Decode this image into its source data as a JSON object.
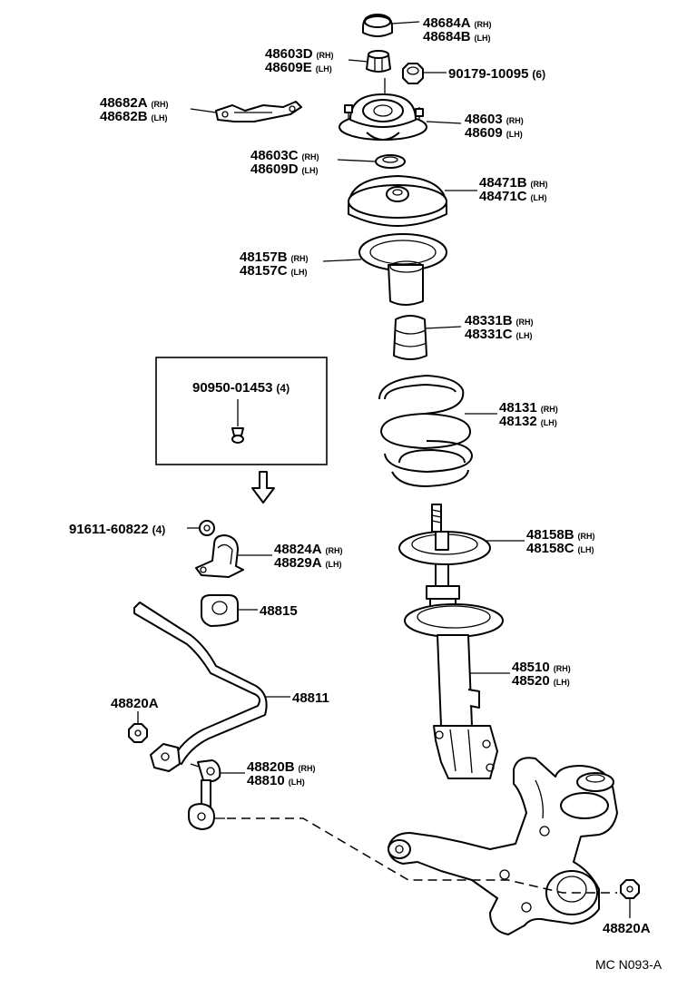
{
  "parts": {
    "cap": {
      "lines": [
        [
          "48684A",
          "(RH)"
        ],
        [
          "48684B",
          "(LH)"
        ]
      ]
    },
    "upper_nut": {
      "lines": [
        [
          "48603D",
          "(RH)"
        ],
        [
          "48609E",
          "(LH)"
        ]
      ]
    },
    "mount_nut": {
      "lines": [
        [
          "90179-10095",
          "(6)"
        ]
      ]
    },
    "bracket": {
      "lines": [
        [
          "48682A",
          "(RH)"
        ],
        [
          "48682B",
          "(LH)"
        ]
      ]
    },
    "support": {
      "lines": [
        [
          "48603",
          "(RH)"
        ],
        [
          "48609",
          "(LH)"
        ]
      ]
    },
    "bearing": {
      "lines": [
        [
          "48603C",
          "(RH)"
        ],
        [
          "48609D",
          "(LH)"
        ]
      ]
    },
    "upper_seat": {
      "lines": [
        [
          "48471B",
          "(RH)"
        ],
        [
          "48471C",
          "(LH)"
        ]
      ]
    },
    "insulator": {
      "lines": [
        [
          "48157B",
          "(RH)"
        ],
        [
          "48157C",
          "(LH)"
        ]
      ]
    },
    "bumper": {
      "lines": [
        [
          "48331B",
          "(RH)"
        ],
        [
          "48331C",
          "(LH)"
        ]
      ]
    },
    "box_bolt": {
      "lines": [
        [
          "90950-01453",
          "(4)"
        ]
      ]
    },
    "spring": {
      "lines": [
        [
          "48131",
          "(RH)"
        ],
        [
          "48132",
          "(LH)"
        ]
      ]
    },
    "bolt": {
      "lines": [
        [
          "91611-60822",
          "(4)"
        ]
      ]
    },
    "lower_seat": {
      "lines": [
        [
          "48158B",
          "(RH)"
        ],
        [
          "48158C",
          "(LH)"
        ]
      ]
    },
    "clamp": {
      "lines": [
        [
          "48824A",
          "(RH)"
        ],
        [
          "48829A",
          "(LH)"
        ]
      ]
    },
    "bushing": {
      "lines": [
        [
          "48815",
          ""
        ]
      ]
    },
    "strut": {
      "lines": [
        [
          "48510",
          "(RH)"
        ],
        [
          "48520",
          "(LH)"
        ]
      ]
    },
    "stab_bar": {
      "lines": [
        [
          "48811",
          ""
        ]
      ]
    },
    "link_nut": {
      "lines": [
        [
          "48820A",
          ""
        ]
      ]
    },
    "link": {
      "lines": [
        [
          "48820B",
          "(RH)"
        ],
        [
          "48810",
          "(LH)"
        ]
      ]
    },
    "knuckle_nut": {
      "lines": [
        [
          "48820A",
          ""
        ]
      ]
    }
  },
  "diagram_code": "MC N093-A"
}
